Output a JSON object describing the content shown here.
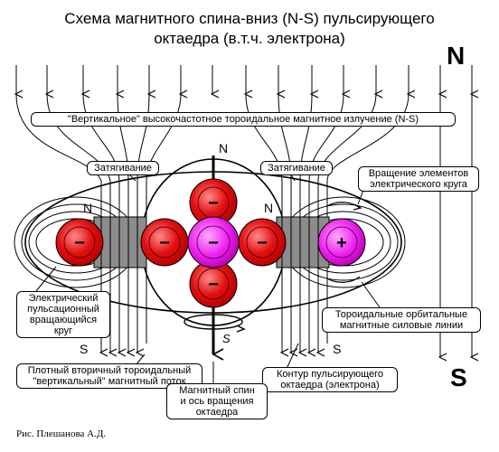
{
  "title_line1": "Схема магнитного спина-вниз (N-S) пульсирующего",
  "title_line2": "октаедра (в.т.ч. электрона)",
  "poles": {
    "big_n": "N",
    "big_s": "S",
    "axis_n": "N",
    "left_n": "N",
    "right_n": "N",
    "left_s": "S",
    "right_s": "S",
    "spin_s": "S"
  },
  "labels": {
    "vertical_radiation": "\"Вертикальное\" высокочастотное тороидальное магнитное излучение (N-S)",
    "tightening_left": "Затягивание",
    "tightening_right": "Затягивание",
    "rotation_elements": "Вращение элементов\nэлектрического круга",
    "electric_circle": "Электрический\nпульсационный\nвращающийся\nкруг",
    "toroidal_orbital": "Тороидальные орбитальные\nмагнитные силовые линии",
    "dense_flux": "Плотный вторичный тороидальный\n\"вертикальный\" магнитный поток",
    "octahedron_contour": "Контур пульсирующего\nоктаедра (электрона)",
    "magnetic_spin": "Магнитный спин\nи ось вращения\nоктаедра"
  },
  "charges": {
    "minus": "−",
    "plus": "+"
  },
  "caption": "Рис. Плешанова А.Д.",
  "colors": {
    "red_sphere": "#e00000",
    "red_sphere_light": "#ff5a5a",
    "magenta_sphere": "#e600e6",
    "magenta_light": "#ff7aff",
    "gray_block": "#8c8c8c"
  }
}
